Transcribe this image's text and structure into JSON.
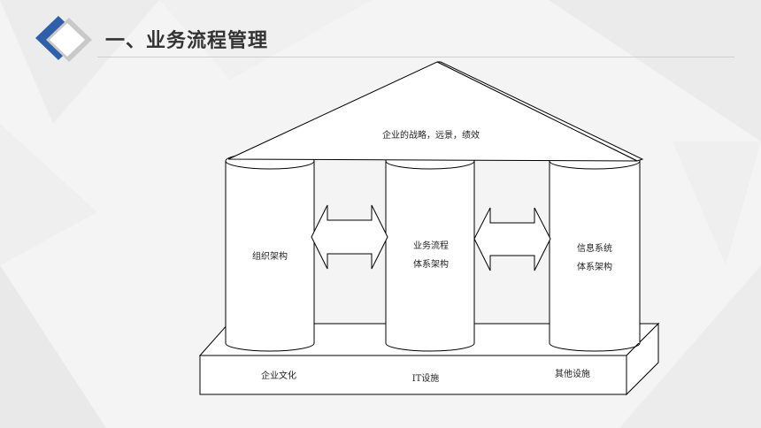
{
  "header": {
    "title": "一、业务流程管理"
  },
  "diagram": {
    "roof_label": "企业的战略，远景，绩效",
    "pillars": [
      {
        "line1": "组织架构",
        "line2": ""
      },
      {
        "line1": "业务流程",
        "line2": "体系架构"
      },
      {
        "line1": "信息系统",
        "line2": "体系架构"
      }
    ],
    "base_labels": [
      "企业文化",
      "IT设施",
      "其他设施"
    ]
  },
  "colors": {
    "accent_blue": "#2f5fa8",
    "line": "#000000",
    "background": "#f4f4f4"
  }
}
